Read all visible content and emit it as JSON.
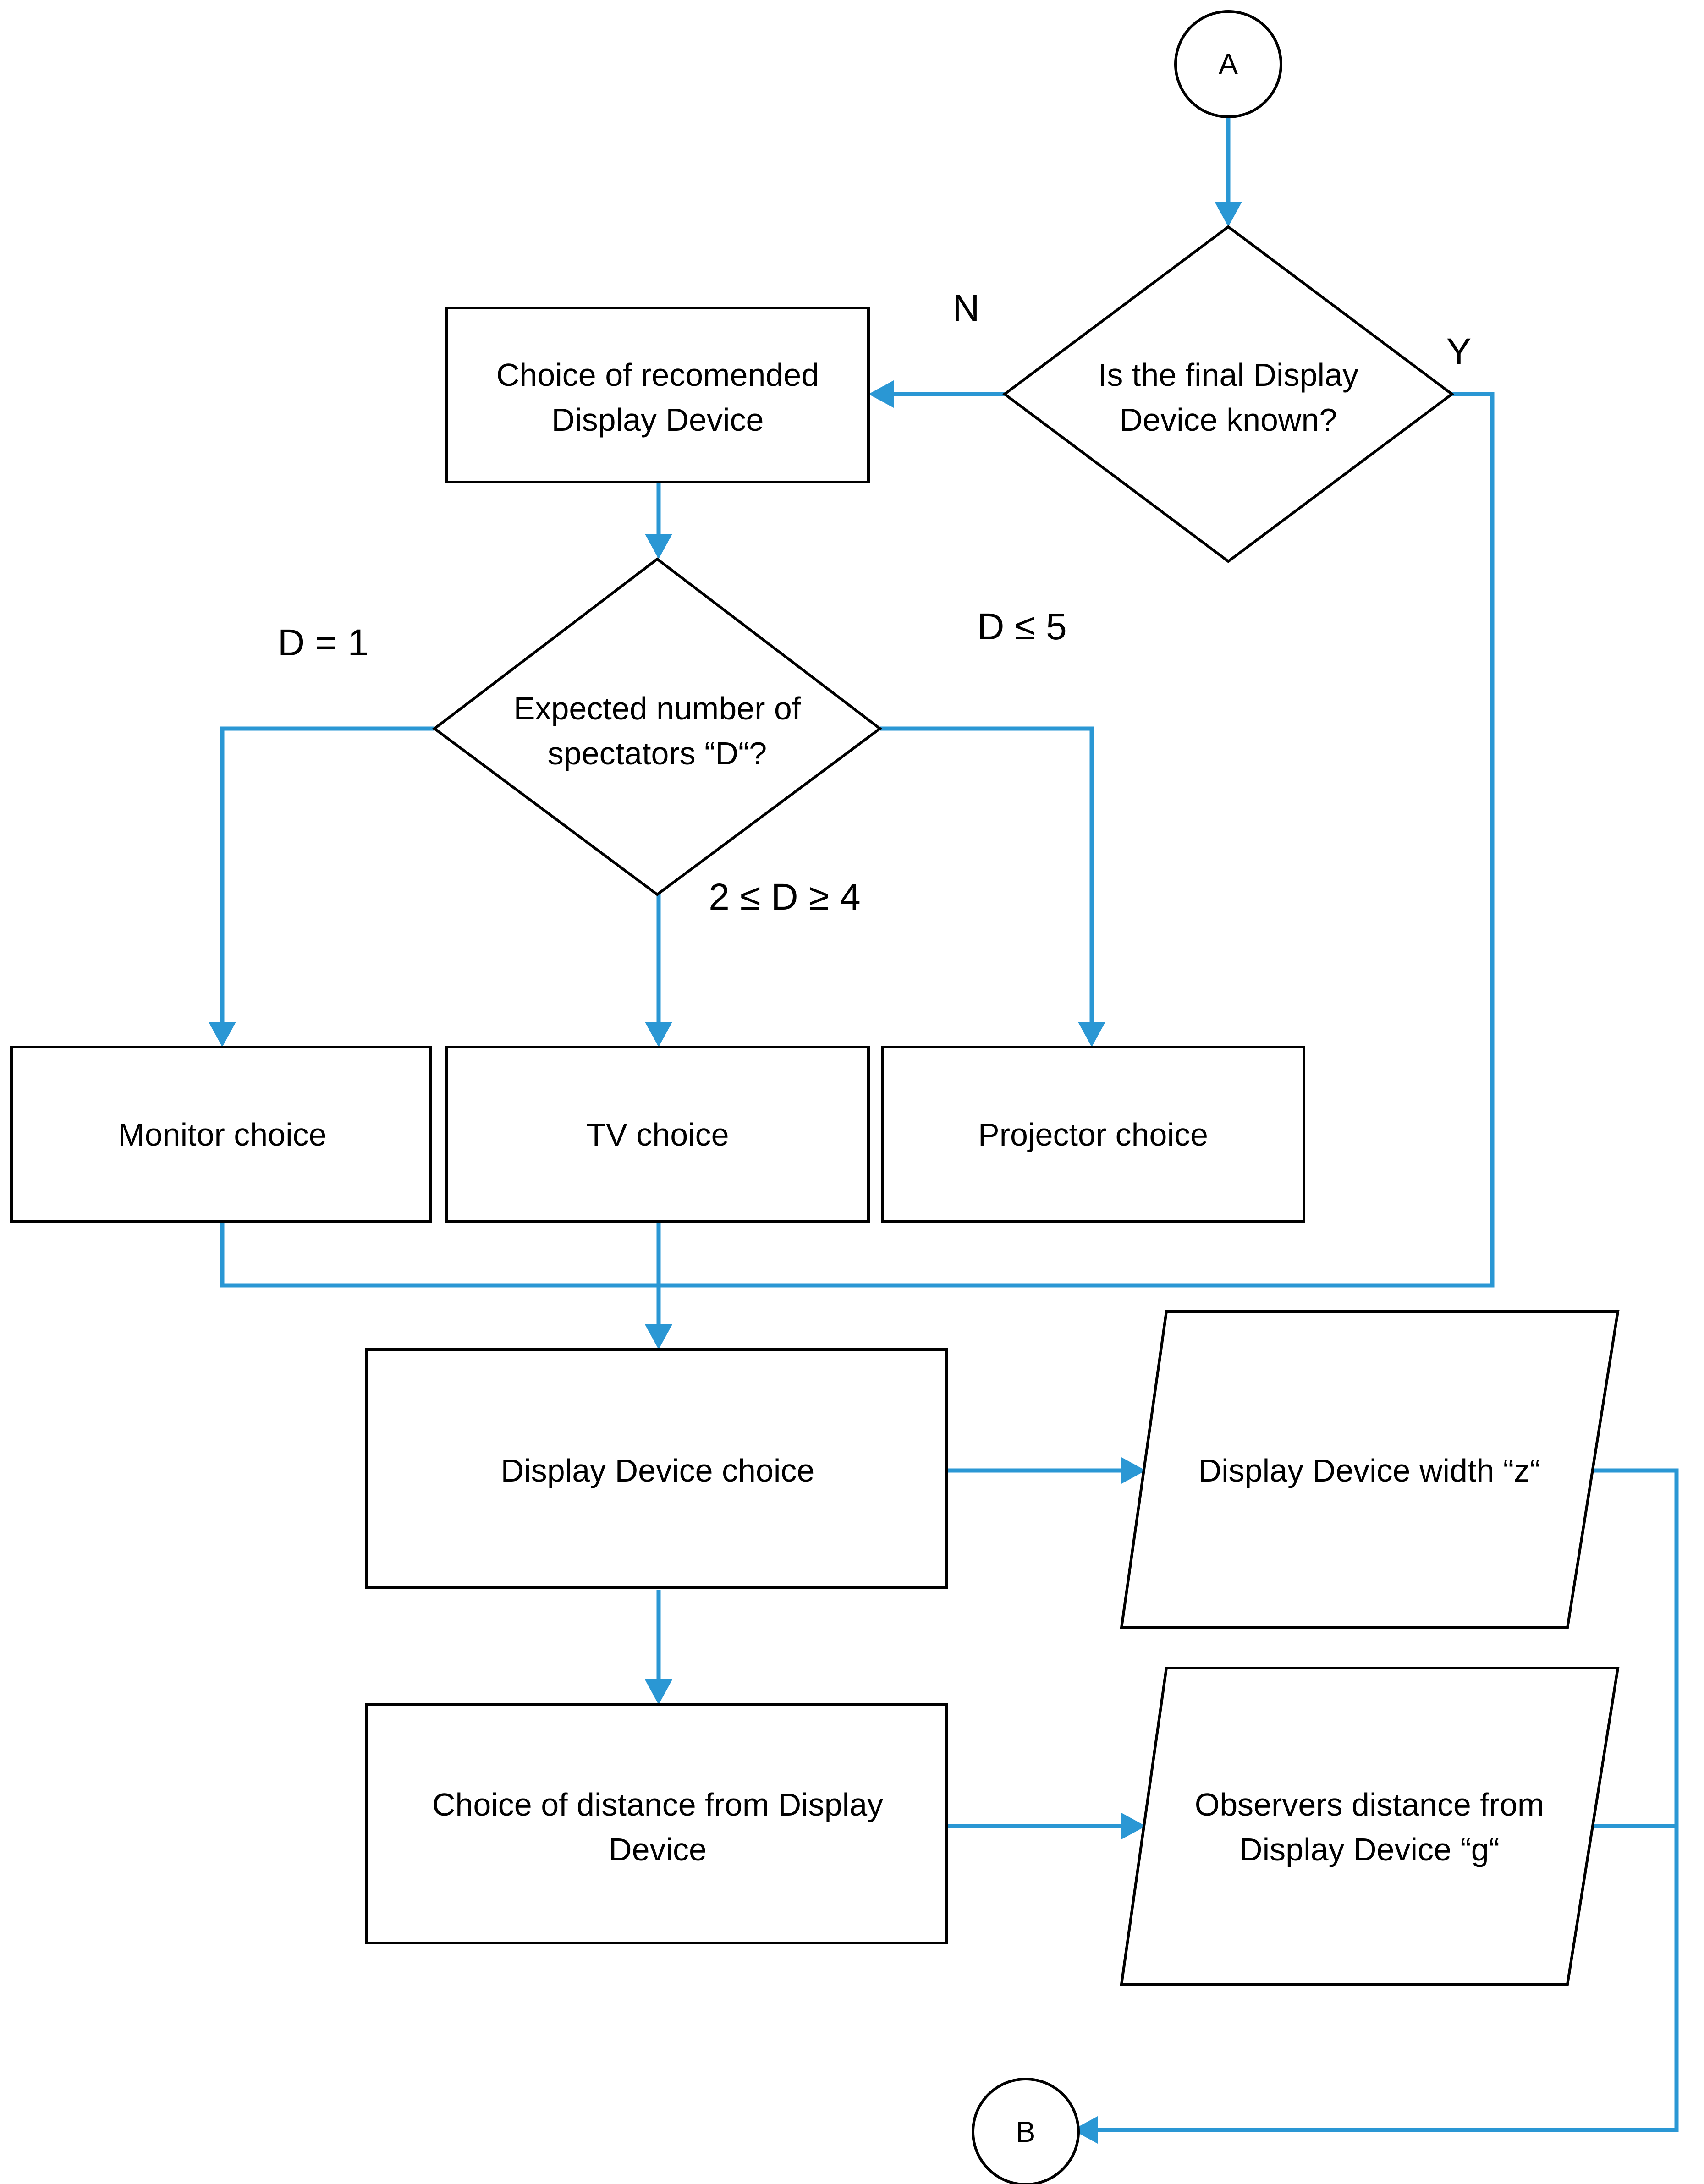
{
  "connectors": {
    "start": "A",
    "end": "B"
  },
  "decision_known": {
    "line1": "Is the final Display",
    "line2": "Device known?",
    "no_label": "N",
    "yes_label": "Y"
  },
  "recommended": {
    "line1": "Choice of recomended",
    "line2": "Display Device"
  },
  "decision_spectators": {
    "line1": "Expected number of",
    "line2": "spectators “D“?",
    "left_label": "D = 1",
    "right_label": "D ≤ 5",
    "bottom_label": "2 ≤ D ≥ 4"
  },
  "choices": {
    "monitor": "Monitor choice",
    "tv": "TV choice",
    "projector": "Projector choice"
  },
  "display_choice": "Display Device choice",
  "width_output": "Display Device width “z“",
  "distance_choice": {
    "line1": "Choice of distance from Display",
    "line2": "Device"
  },
  "distance_output": {
    "line1": "Observers distance from",
    "line2": "Display Device “g“"
  }
}
